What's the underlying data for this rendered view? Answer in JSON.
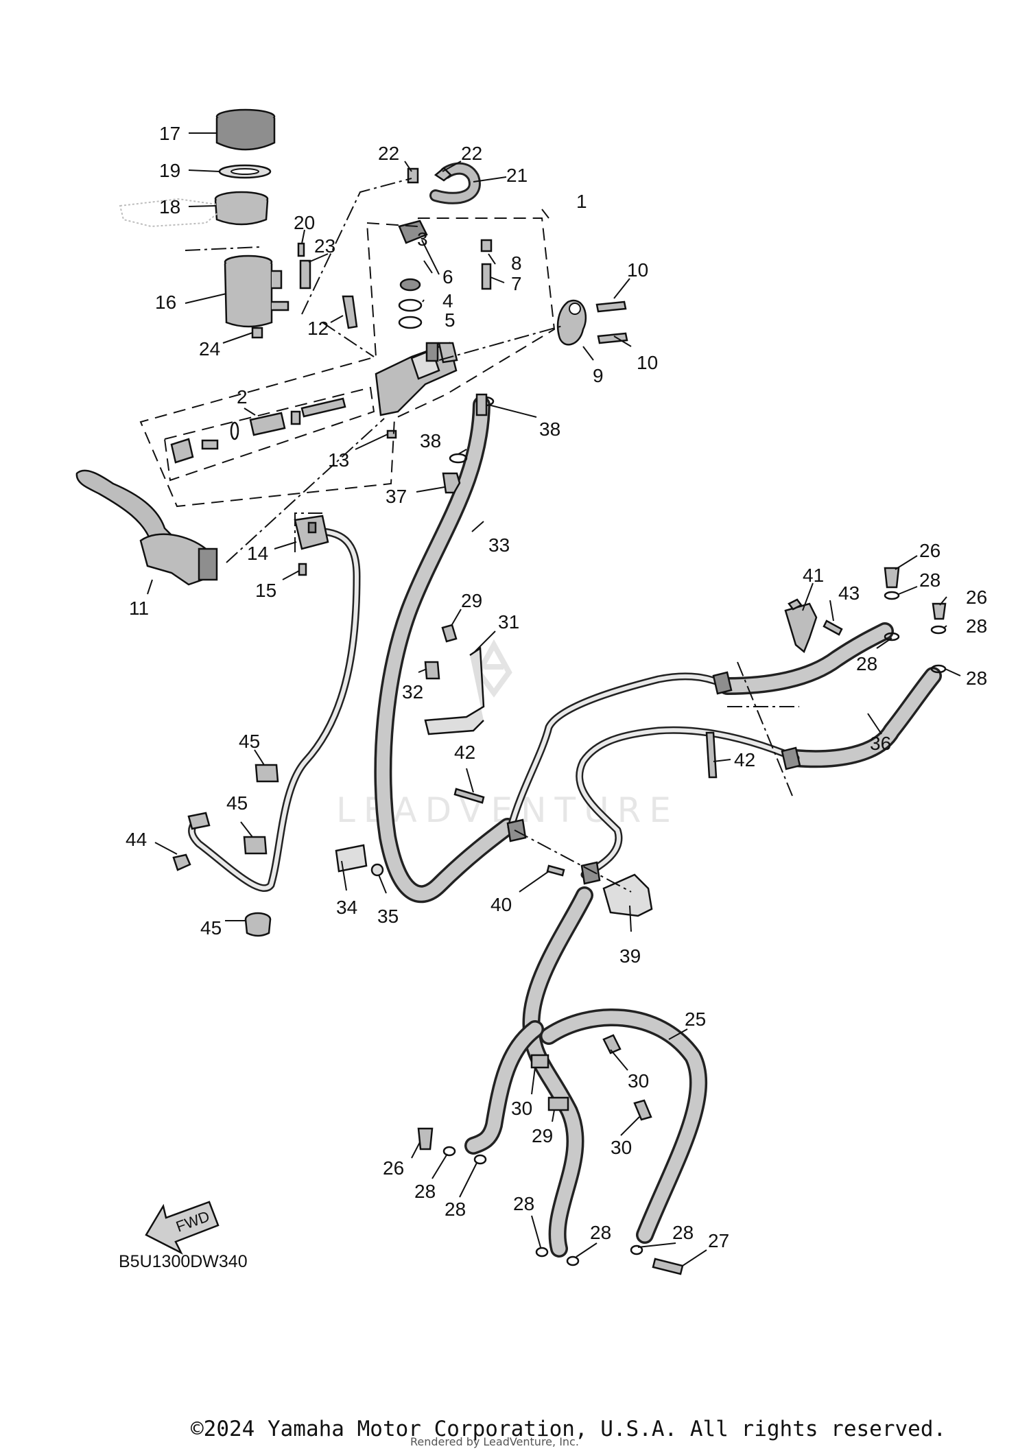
{
  "diagram": {
    "code": "B5U1300DW340",
    "fwd_label": "FWD",
    "watermark": "LEADVENTURE",
    "copyright": "©2024 Yamaha Motor Corporation, U.S.A. All rights reserved.",
    "rendered_by": "Rendered by LeadVenture, Inc."
  },
  "callouts": [
    {
      "id": "c17",
      "num": "17"
    },
    {
      "id": "c19",
      "num": "19"
    },
    {
      "id": "c18",
      "num": "18"
    },
    {
      "id": "c22a",
      "num": "22"
    },
    {
      "id": "c22b",
      "num": "22"
    },
    {
      "id": "c21",
      "num": "21"
    },
    {
      "id": "c1",
      "num": "1"
    },
    {
      "id": "c20",
      "num": "20"
    },
    {
      "id": "c23",
      "num": "23"
    },
    {
      "id": "c3",
      "num": "3"
    },
    {
      "id": "c6",
      "num": "6"
    },
    {
      "id": "c8",
      "num": "8"
    },
    {
      "id": "c4",
      "num": "4"
    },
    {
      "id": "c7",
      "num": "7"
    },
    {
      "id": "c5",
      "num": "5"
    },
    {
      "id": "c16",
      "num": "16"
    },
    {
      "id": "c12",
      "num": "12"
    },
    {
      "id": "c24",
      "num": "24"
    },
    {
      "id": "c10a",
      "num": "10"
    },
    {
      "id": "c10b",
      "num": "10"
    },
    {
      "id": "c9",
      "num": "9"
    },
    {
      "id": "c2",
      "num": "2"
    },
    {
      "id": "c38a",
      "num": "38"
    },
    {
      "id": "c38b",
      "num": "38"
    },
    {
      "id": "c13",
      "num": "13"
    },
    {
      "id": "c37",
      "num": "37"
    },
    {
      "id": "c33",
      "num": "33"
    },
    {
      "id": "c14",
      "num": "14"
    },
    {
      "id": "c15",
      "num": "15"
    },
    {
      "id": "c11",
      "num": "11"
    },
    {
      "id": "c29a",
      "num": "29"
    },
    {
      "id": "c31",
      "num": "31"
    },
    {
      "id": "c32",
      "num": "32"
    },
    {
      "id": "c41",
      "num": "41"
    },
    {
      "id": "c43",
      "num": "43"
    },
    {
      "id": "c26a",
      "num": "26"
    },
    {
      "id": "c28a",
      "num": "28"
    },
    {
      "id": "c26b",
      "num": "26"
    },
    {
      "id": "c28b",
      "num": "28"
    },
    {
      "id": "c28c",
      "num": "28"
    },
    {
      "id": "c28d",
      "num": "28"
    },
    {
      "id": "c36",
      "num": "36"
    },
    {
      "id": "c42a",
      "num": "42"
    },
    {
      "id": "c42b",
      "num": "42"
    },
    {
      "id": "c45a",
      "num": "45"
    },
    {
      "id": "c45b",
      "num": "45"
    },
    {
      "id": "c44",
      "num": "44"
    },
    {
      "id": "c45c",
      "num": "45"
    },
    {
      "id": "c34",
      "num": "34"
    },
    {
      "id": "c35",
      "num": "35"
    },
    {
      "id": "c40",
      "num": "40"
    },
    {
      "id": "c39",
      "num": "39"
    },
    {
      "id": "c25",
      "num": "25"
    },
    {
      "id": "c30a",
      "num": "30"
    },
    {
      "id": "c30b",
      "num": "30"
    },
    {
      "id": "c29b",
      "num": "29"
    },
    {
      "id": "c30c",
      "num": "30"
    },
    {
      "id": "c26c",
      "num": "26"
    },
    {
      "id": "c28e",
      "num": "28"
    },
    {
      "id": "c28f",
      "num": "28"
    },
    {
      "id": "c28g",
      "num": "28"
    },
    {
      "id": "c28h",
      "num": "28"
    },
    {
      "id": "c28i",
      "num": "28"
    },
    {
      "id": "c27",
      "num": "27"
    }
  ]
}
